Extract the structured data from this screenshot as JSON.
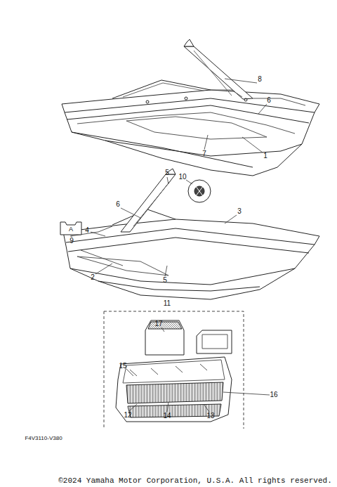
{
  "diagram": {
    "labels": [
      "8",
      "6",
      "7",
      "1",
      "5",
      "10",
      "3",
      "6",
      "A",
      "9",
      "4",
      "2",
      "5",
      "11",
      "17",
      "15",
      "16",
      "12",
      "14",
      "13",
      "F4V3110-V380",
      "©2024 Yamaha Motor Corporation, U.S.A. All rights reserved."
    ]
  }
}
